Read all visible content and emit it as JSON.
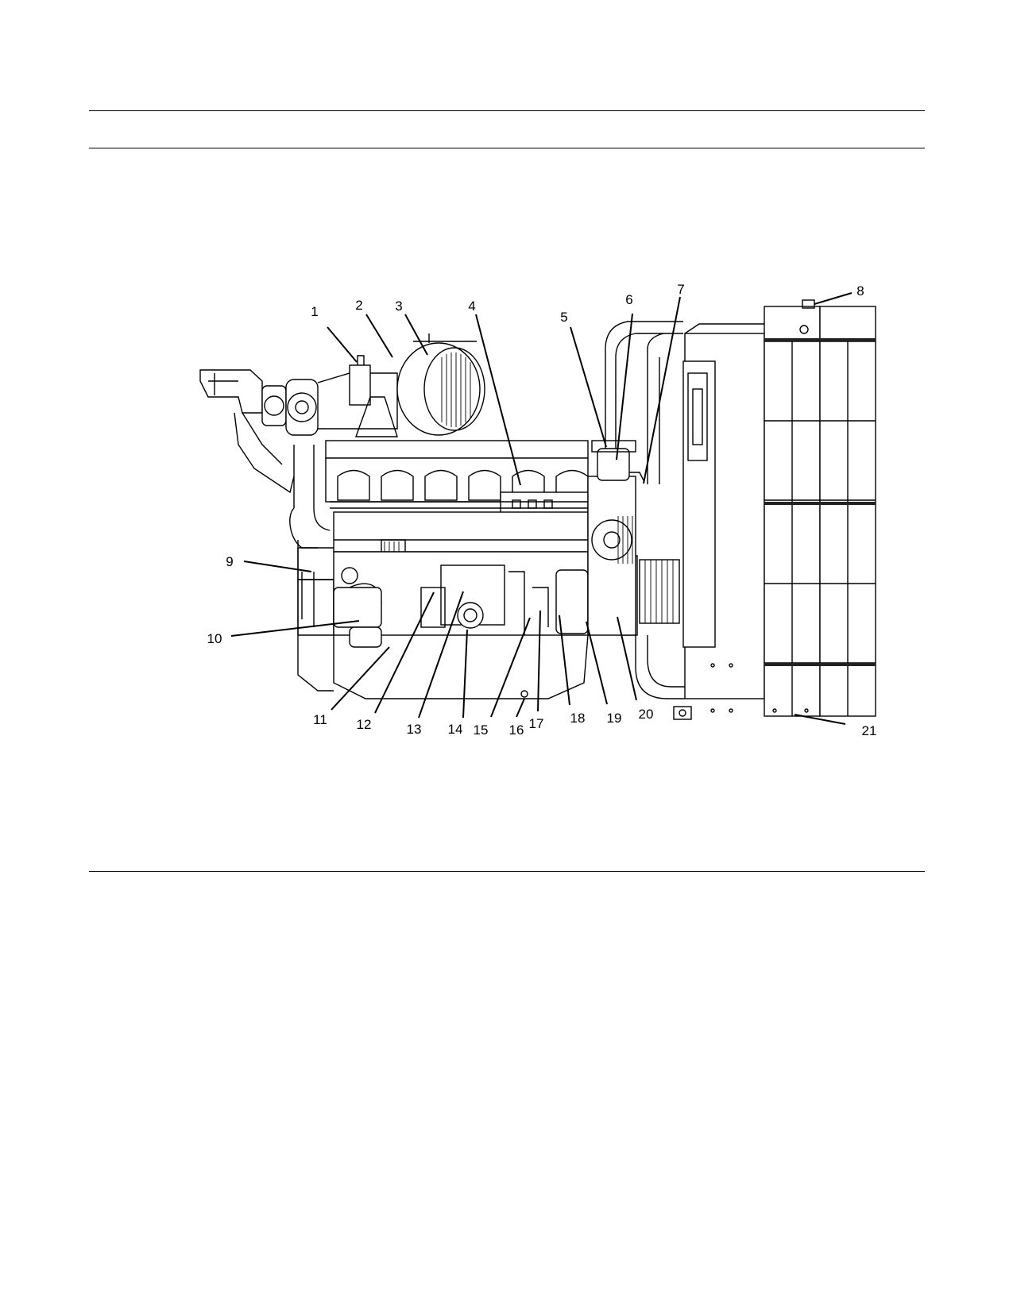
{
  "figure": {
    "callouts": [
      {
        "label": "1"
      },
      {
        "label": "2"
      },
      {
        "label": "3"
      },
      {
        "label": "4"
      },
      {
        "label": "5"
      },
      {
        "label": "6"
      },
      {
        "label": "7"
      },
      {
        "label": "8"
      },
      {
        "label": "9"
      },
      {
        "label": "10"
      },
      {
        "label": "11"
      },
      {
        "label": "12"
      },
      {
        "label": "13"
      },
      {
        "label": "14"
      },
      {
        "label": "15"
      },
      {
        "label": "16"
      },
      {
        "label": "17"
      },
      {
        "label": "18"
      },
      {
        "label": "19"
      },
      {
        "label": "20"
      },
      {
        "label": "21"
      }
    ]
  }
}
